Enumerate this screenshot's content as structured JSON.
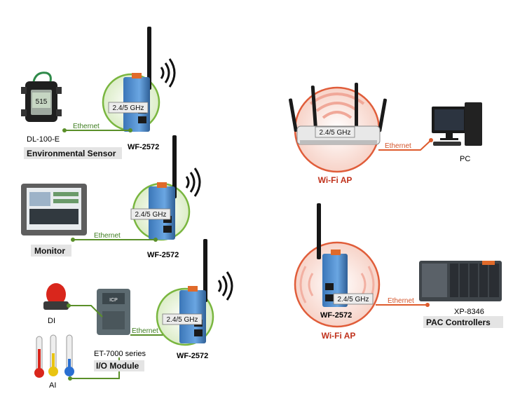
{
  "colors": {
    "green_line": "#5a8f29",
    "orange_line": "#de5b2c",
    "ap_red": "#c0321c",
    "circle_green": "#78b83e",
    "circle_fill": "#e6f2d6",
    "device_blue": "#4d8ed0"
  },
  "sensor": {
    "device": "DL-100-E",
    "category": "Environmental Sensor",
    "link": "Ethernet",
    "client": "WF-2572",
    "band": "2.4/5 GHz"
  },
  "monitor": {
    "category": "Monitor",
    "link": "Ethernet",
    "client": "WF-2572",
    "band": "2.4/5 GHz"
  },
  "io": {
    "di": "DI",
    "ai": "AI",
    "device": "ET-7000 series",
    "category": "I/O Module",
    "link": "Ethernet",
    "client": "WF-2572",
    "band": "2.4/5 GHz"
  },
  "ap_pc": {
    "band": "2.4/5 GHz",
    "title": "Wi-Fi AP",
    "link": "Ethernet",
    "pc": "PC"
  },
  "ap_pac": {
    "band": "2.4/5 GHz",
    "device": "WF-2572",
    "title": "Wi-Fi AP",
    "link": "Ethernet",
    "pac": "XP-8346",
    "category": "PAC Controllers"
  }
}
